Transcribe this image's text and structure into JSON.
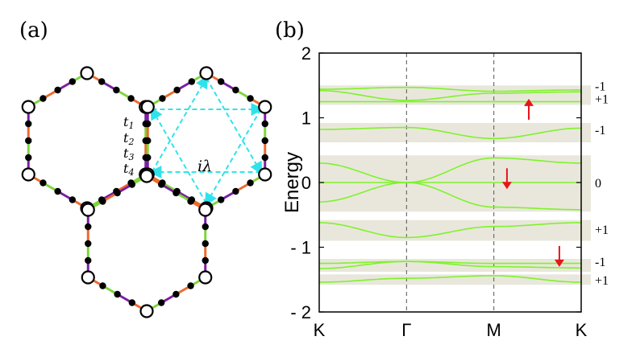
{
  "figure": {
    "panel_a": {
      "label": "(a)",
      "hopping_labels": [
        {
          "main": "t",
          "sub": "1"
        },
        {
          "main": "t",
          "sub": "2"
        },
        {
          "main": "t",
          "sub": "3"
        },
        {
          "main": "t",
          "sub": "4"
        }
      ],
      "soc_label": "iλ",
      "colors": {
        "orange": "#ee6a2d",
        "purple": "#7a1fa2",
        "green": "#7ed63b",
        "cyan": "#2fe3ea"
      }
    },
    "panel_b": {
      "label": "(b)",
      "band_color": "#7ff22c",
      "shade_color": "#e9e7dc",
      "arrow_color": "#e8141b",
      "chern_numbers": [
        "-1",
        "+1",
        "-1",
        "0",
        "+1",
        "-1",
        "+1"
      ]
    }
  },
  "chart_data": {
    "type": "line",
    "title": "",
    "xlabel": "",
    "ylabel": "Energy",
    "ylim": [
      -2,
      2
    ],
    "yticks": [
      "2",
      "1",
      "0",
      "- 1",
      "- 2"
    ],
    "ytick_values": [
      2,
      1,
      0,
      -1,
      -2
    ],
    "categories": [
      "K",
      "Γ",
      "M",
      "K"
    ],
    "x": [
      0,
      1,
      2,
      3
    ],
    "series": [
      {
        "values": [
          1.44,
          1.47,
          1.41,
          1.43
        ]
      },
      {
        "values": [
          1.42,
          1.27,
          1.38,
          1.4
        ]
      },
      {
        "values": [
          1.25,
          1.25,
          1.25,
          1.25
        ]
      },
      {
        "values": [
          0.82,
          0.85,
          0.68,
          0.84
        ]
      },
      {
        "values": [
          0.3,
          0.0,
          0.38,
          0.3
        ]
      },
      {
        "values": [
          0.0,
          0.0,
          0.0,
          0.0
        ]
      },
      {
        "values": [
          -0.3,
          0.0,
          -0.38,
          -0.42
        ]
      },
      {
        "values": [
          -0.62,
          -0.85,
          -0.68,
          -0.62
        ]
      },
      {
        "values": [
          -1.25,
          -1.22,
          -1.25,
          -1.25
        ]
      },
      {
        "values": [
          -1.33,
          -1.22,
          -1.3,
          -1.32
        ]
      },
      {
        "values": [
          -1.54,
          -1.48,
          -1.44,
          -1.54
        ]
      }
    ],
    "shaded_bands": [
      {
        "ymin": 1.2,
        "ymax": 1.5
      },
      {
        "ymin": 0.62,
        "ymax": 0.92
      },
      {
        "ymin": -0.45,
        "ymax": 0.42
      },
      {
        "ymin": -0.9,
        "ymax": -0.58
      },
      {
        "ymin": -1.38,
        "ymax": -1.18
      },
      {
        "ymin": -1.58,
        "ymax": -1.42
      }
    ],
    "spin_arrows": [
      {
        "x": 2.4,
        "y": 0.97,
        "direction": "up"
      },
      {
        "x": 2.15,
        "y": 0.22,
        "direction": "down"
      },
      {
        "x": 2.75,
        "y": -0.98,
        "direction": "down"
      }
    ],
    "chern_label_y": [
      1.5,
      1.3,
      0.82,
      0.0,
      -0.72,
      -1.22,
      -1.5
    ],
    "grid": false
  }
}
